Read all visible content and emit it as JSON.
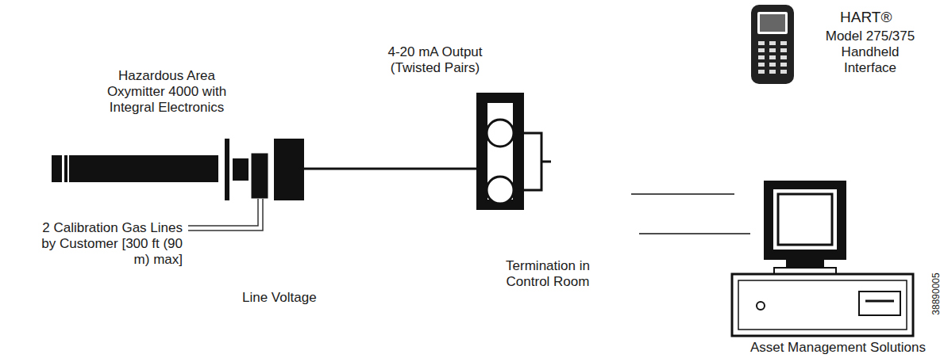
{
  "diagram": {
    "labels": [
      "HART®",
      "Model 275/375 Handheld Interface",
      "4-20 mA Output (Twisted Pairs)",
      "Hazardous Area Oxymitter 4000 with Integral Electronics",
      "2 Calibration Gas Lines by Customer [300 ft (90 m) max]",
      "Line Voltage",
      "Termination in Control Room",
      "Asset Management Solutions",
      "38890005"
    ]
  }
}
